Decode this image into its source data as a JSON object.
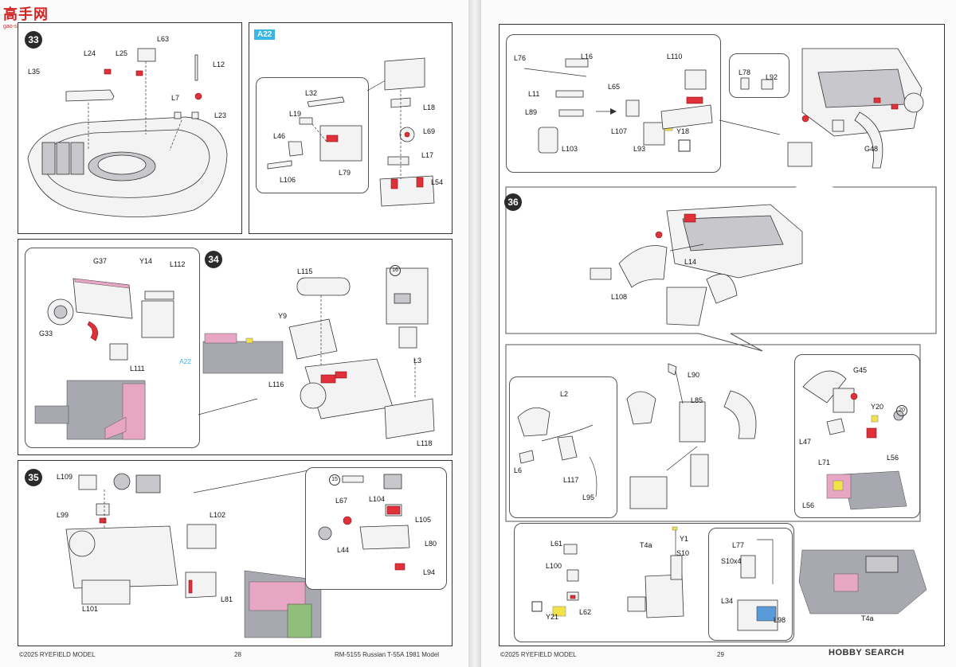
{
  "watermark": {
    "brand": "高手网",
    "url": "gao-shou.com"
  },
  "hobby_search": "HOBBY SEARCH",
  "left_page": {
    "footer_left": "©2025 RYEFIELD MODEL",
    "page_number": "28",
    "footer_right": "RM-5155 Russian T-55A 1981 Model",
    "step33": {
      "num": "33",
      "labels": [
        "L63",
        "L24",
        "L25",
        "L12",
        "L35",
        "L7",
        "L23"
      ]
    },
    "a22": {
      "tag": "A22",
      "labels": [
        "L32",
        "L19",
        "L46",
        "L106",
        "L79",
        "L18",
        "L69",
        "L17",
        "L54"
      ]
    },
    "step34": {
      "num": "34",
      "labels": [
        "G37",
        "Y14",
        "L112",
        "G33",
        "L111",
        "L115",
        "Y9",
        "L116",
        "L3",
        "L118"
      ],
      "ref": "A22",
      "circle_ref": "16"
    },
    "step35": {
      "num": "35",
      "labels": [
        "L109",
        "L99",
        "L102",
        "L101",
        "L81",
        "L104",
        "L67",
        "L105",
        "L80",
        "L44",
        "L94"
      ],
      "circle_ref": "15"
    }
  },
  "right_page": {
    "footer_left": "©2025 RYEFIELD MODEL",
    "page_number": "29",
    "inset_top": {
      "labels": [
        "L76",
        "L16",
        "L110",
        "L65",
        "L11",
        "L89",
        "L107",
        "L103",
        "L93",
        "Y18"
      ]
    },
    "inset_top_small": {
      "labels": [
        "L78",
        "L92"
      ]
    },
    "step36": {
      "num": "36",
      "labels": [
        "G48",
        "L14",
        "L108"
      ]
    },
    "bottom": {
      "labels": [
        "L90",
        "L85",
        "L2",
        "L6",
        "L117",
        "L95",
        "G45",
        "Y20",
        "L47",
        "L71",
        "L56",
        "L56"
      ],
      "circle_ref": "20"
    },
    "bottom_inset": {
      "labels": [
        "Y1",
        "L61",
        "T4a",
        "S10",
        "L100",
        "L77",
        "S10x4",
        "L34",
        "Y21",
        "L62",
        "L98",
        "T4a"
      ]
    }
  }
}
